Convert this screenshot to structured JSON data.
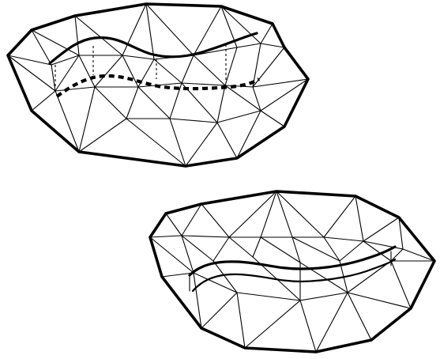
{
  "figure": {
    "panels": [
      {
        "id": "upper-mesh",
        "description_free": true,
        "has_embedded_curve": true,
        "curve_style": "hidden-dashed"
      },
      {
        "id": "lower-mesh",
        "description_free": true,
        "has_embedded_curve": true,
        "curve_style": "solid-ridge"
      }
    ],
    "colors": {
      "stroke": "#000000",
      "background": "#ffffff"
    }
  }
}
